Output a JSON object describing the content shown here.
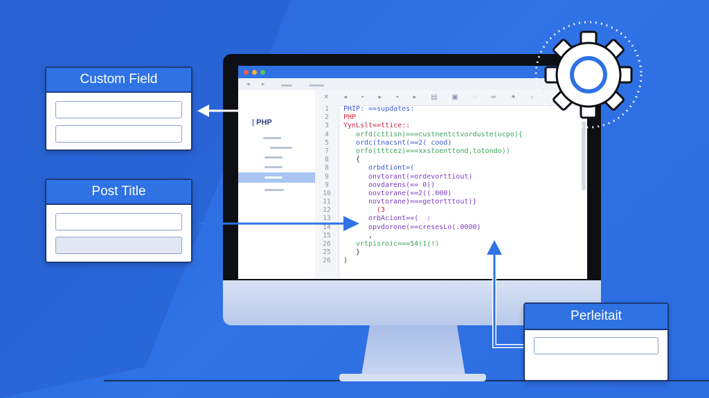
{
  "cards": {
    "custom_field": {
      "title": "Custom Field"
    },
    "post_title": {
      "title": "Post Title"
    },
    "third": {
      "title": "Perleitait"
    }
  },
  "editor": {
    "sidebar_label": "PHP",
    "toolbar_icons": "✕ ◂ ▪ ▸ ▪ ▸ ▤ ▣ ◌ ═ ✦ ›",
    "line_numbers": [
      "1",
      "2",
      "3",
      "4",
      "5",
      "7",
      "8",
      "8",
      "9",
      "9",
      "10",
      "11",
      "12",
      "13",
      "14",
      "15",
      "26",
      "25",
      "26"
    ],
    "lines": [
      {
        "text": "PHIP: ==supdates:",
        "color": "#3b5bd0",
        "indent": 0
      },
      {
        "text": "PHP",
        "color": "#d6283b",
        "indent": 0
      },
      {
        "text": "YynLslt==ttice::",
        "color": "#c22848",
        "indent": 0
      },
      {
        "text": "orfd(cttisn)===custnentctvorduste(ucpo){",
        "color": "#3aa35a",
        "indent": 1
      },
      {
        "text": "ordc(tnacsnt(==2( cood)",
        "color": "#3b5bd0",
        "indent": 1
      },
      {
        "text": "orfo(tttcez)===xxstoenttond,totondo))",
        "color": "#3aa35a",
        "indent": 1
      },
      {
        "text": "{",
        "color": "#333",
        "indent": 1
      },
      {
        "text": "orbdtiont=(",
        "color": "#3b5bd0",
        "indent": 2
      },
      {
        "text": "onvtorant(=ordevorttiout)",
        "color": "#7a3fc4",
        "indent": 2
      },
      {
        "text": "oovdarens(== 0))",
        "color": "#7a3fc4",
        "indent": 2
      },
      {
        "text": "oovtorane(==2((.000)",
        "color": "#7a3fc4",
        "indent": 2
      },
      {
        "text": "novtorane)===getortttout)}",
        "color": "#7a3fc4",
        "indent": 2
      },
      {
        "text": "  (3",
        "color": "#d6283b",
        "indent": 2
      },
      {
        "text": "orbAciont==(  :",
        "color": "#7a3fc4",
        "indent": 2
      },
      {
        "text": "opvdorone(==cresesLo(.0000)",
        "color": "#7a3fc4",
        "indent": 2
      },
      {
        "text": ",",
        "color": "#333",
        "indent": 2
      },
      {
        "text": "vrtpisro)c===54(1(!)",
        "color": "#3aa35a",
        "indent": 1
      },
      {
        "text": "}",
        "color": "#333",
        "indent": 1
      },
      {
        "text": ")",
        "color": "#333",
        "indent": 0
      }
    ]
  },
  "colors": {
    "accent": "#2f72e4",
    "background": "#2c6be0"
  }
}
